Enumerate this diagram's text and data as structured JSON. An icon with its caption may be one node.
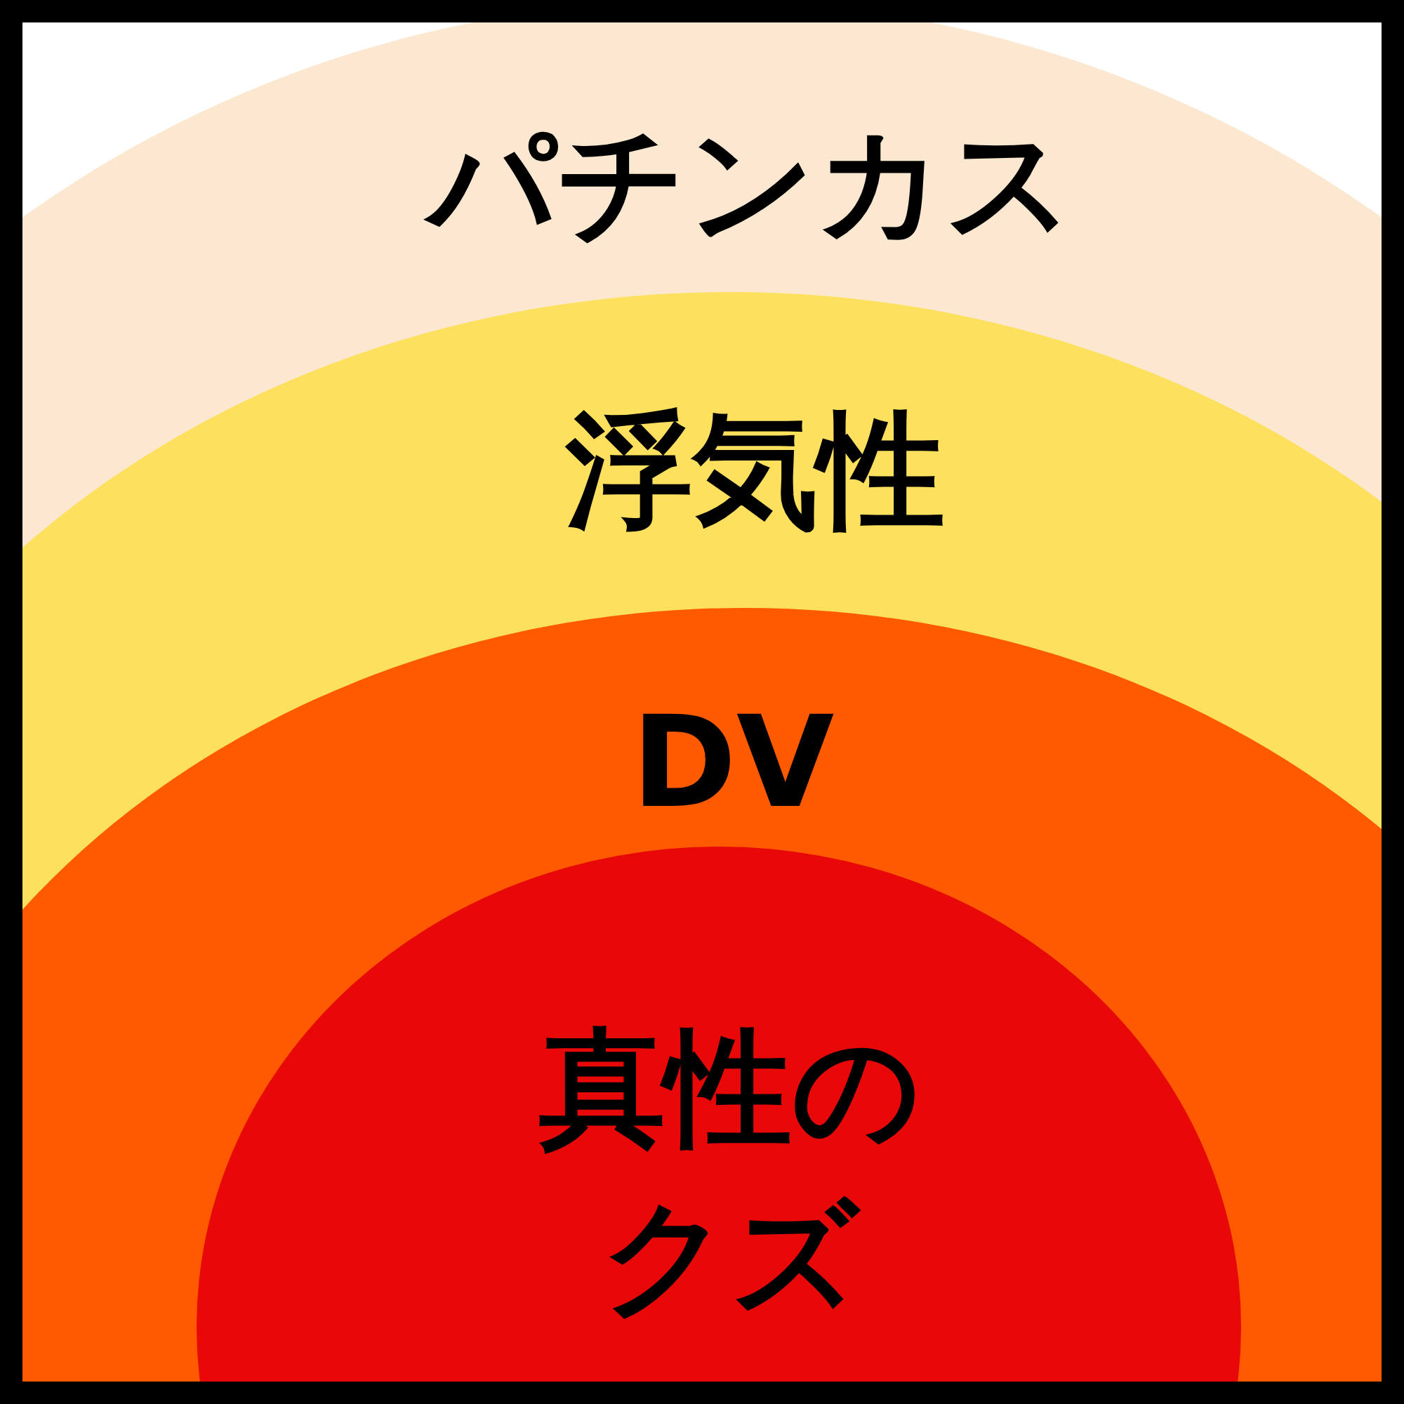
{
  "diagram": {
    "nodes": [
      {
        "text": [
          "パチンカス"
        ]
      },
      {
        "text": [
          "浮気性"
        ],
        "in": 0
      },
      {
        "text": [
          "DV"
        ],
        "in": 1
      },
      {
        "text": [
          "真性のクズ"
        ],
        "in": 2
      }
    ]
  }
}
